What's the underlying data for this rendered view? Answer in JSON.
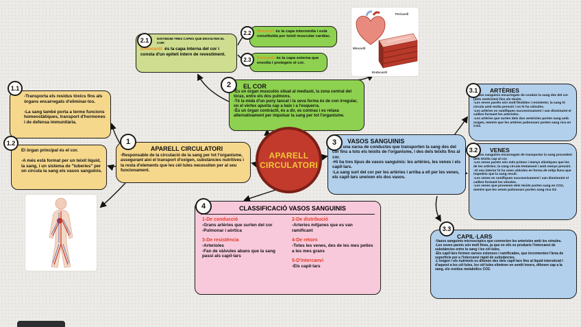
{
  "center": {
    "line1": "APARELL",
    "line2": "CIRCULATORI"
  },
  "badges": {
    "b1": "1",
    "b11": "1.1",
    "b12": "1.2",
    "b2": "2",
    "b21": "2.1",
    "b22": "2.2",
    "b23": "2.3",
    "b3": "3",
    "b31": "3.1",
    "b32": "3.2",
    "b33": "3.3",
    "b4": "4"
  },
  "main": {
    "title": "APARELL CIRCULATORI",
    "body": "-Responsable de la circulació de la sang per tot l'organisme, assegurant així el transport d'oxigen, substàncies nutritives i la resta d'elements que les cèl·lules necessiten per al seu funcionament."
  },
  "residus": {
    "body": "-Transporta els residus tòxics fins als òrgans encarregats d'eliminar-los.\n\n-La sang també porta a terme funcions homeostàtiques, transport d'hormones i de defensa immunitària."
  },
  "organ": {
    "body": "El òrgan principal és el cor.\n\n-A més està format per un teixit líquid, la sang, i un sistema de \"tuberies\" per on circula la sang els vasos sanguinis."
  },
  "cor": {
    "title": "EL COR",
    "body": "-És un òrgan musculós situat al mediastí, la zona central del tòrax, entre els dos pulmons.\n-Té la mida d'un puny tancat i la seva forma és de con irregular, on el vèrtex apunta cap a baix i a l'esquerra.\n-És un òrgan contràctil, és a dir, es contrau i es relaxa alternativament per impulsar la sang per tot l'organisme."
  },
  "capes": {
    "heading": "DISTINGIM TRES CAPES QUE ENVOLTEN EL COR:",
    "endocardi_term": "Endocardi:",
    "endocardi_text": " és la capa interna del cor i consta d'un epiteli intern de revestiment.",
    "miocardi_term": "Miocardi:",
    "miocardi_text": " és la capa intermèdia i està constituïda per teixit muscular cardíac.",
    "pericardi_term": "Pericardi:",
    "pericardi_text": " és la capa externa que envolta i protegeix el cor."
  },
  "vasos": {
    "title": "VASOS SANGUINIS",
    "body": "-Són una xarxa de conductes que transporten la sang des del cor fins a tots els teixits de l'organisme, i des dels teixits fins al cor.\n-Hi ha tres tipus de vasos sanguinis: les artèries, les venes i els capil·lars.\n-La sang surt del cor per les artèries i arriba a ell per les venes, els capil·lars uneixen els dos vasos."
  },
  "arteries": {
    "title": "ARTÈRIES",
    "body": "-Vasos sanguinis encarregats de conduir la sang des del cor (dels ventricles) fins als teixits.\n-Les seves parets són molt flexibles i resistents; la sang hi circula amb molta pressió i no hi ha vàlvules.\n-Les artèries es ramifiquen successivament i van disminuint el calibre formant les arterioles.\n-Les artèries que surten dels dos ventricles porten sang amb oxigen, mentre que les artèries pulmonars porten sang rica en CO2."
  },
  "venes": {
    "title": "VENES",
    "body": "-Vasos sanguinis encarregats de transportar la sang procedent dels teixits cap al cor.\n-Les seves parets són més primes i menys elàstiques que les de les artèries; la sang circula lentament i amb menys pressió.\n-Al seu interior hi ha unes vàlvules en forma de mitja lluna que impedeix que la sang reculi.\n-Les venes es ramifiquen successivament i van disminuint el calibre formant les vènules.\n-Les venes que provenen dels teixits porten sang en CO2, mentre que les venes pulmonars porten sang rica O2"
  },
  "capillars": {
    "title": "CAPIL·LARS",
    "body": "-Vasos sanguinis microscòpics que connecten les arterioles amb les vènules.\n-Les seves parets són molt fines, ja que en ells es produeix l'intercanvi de substàncies entre la sang i les cèl·lules.\n-Els capil·lars formen xarxes extenses i ramificades, que incrementen l'àrea de superfície per a l'intercanvi ràpid de substàncies.\n-L'oxigen i els nutrients es difonen des dels capil·lars fins al líquid intersticial i d'aquest a les cèl·lules, les cèl·lules eliminen en sentit invers, difonen cap a la sang, els residus metabòlics CO2."
  },
  "classificacio": {
    "title": "CLASSIFICACIÓ VASOS SANGUINIS",
    "items": [
      {
        "label": "1-De conducció",
        "body": "-Grans artèries que surten del cor\n-Pulmonar i aòrtica"
      },
      {
        "label": "2-De distribució",
        "body": "-Arteries mitjanes que es van ramificant"
      },
      {
        "label": "3-De resistència",
        "body": "-Arterioles\n-Fan de vàlvules abans que la sang passi als capil·lars"
      },
      {
        "label": "4-De retorn",
        "body": "-Totes les venes, des de les mes peties a les mes grans"
      },
      {
        "label": "5-D'intercanvi",
        "body": "-Els capil·lars"
      }
    ]
  },
  "heart_figure": {
    "label_pericardi": "Pericardi",
    "label_miocardi": "Miocardi",
    "label_endocardi": "Endocardi"
  },
  "palette": {
    "central_fill": "#c13a2c",
    "central_border": "#7a1f16",
    "central_text": "#f3c937",
    "yellow": "#f6d88d",
    "green": "#8ed150",
    "light_green": "#cedd90",
    "blue": "#b2d0ec",
    "pink": "#f8c9db",
    "heading_red": "#e33b25",
    "term_orange": "#e8861c"
  }
}
